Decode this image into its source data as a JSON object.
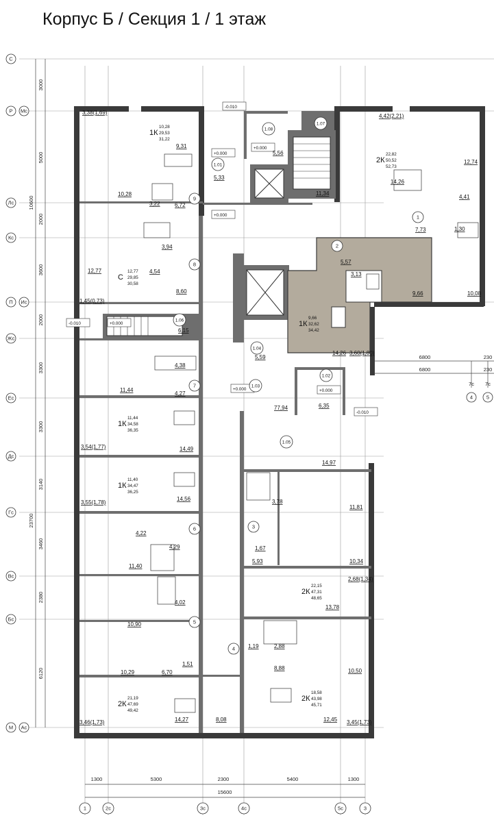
{
  "title": "Корпус Б / Секция 1 / 1 этаж",
  "left_axes": [
    {
      "a": "С",
      "b": ""
    },
    {
      "a": "Р",
      "b": "Мс"
    },
    {
      "a": "Лс",
      "b": ""
    },
    {
      "a": "Кс",
      "b": ""
    },
    {
      "a": "П",
      "b": "Ис"
    },
    {
      "a": "Жс",
      "b": ""
    },
    {
      "a": "Ес",
      "b": ""
    },
    {
      "a": "Дс",
      "b": ""
    },
    {
      "a": "Гс",
      "b": ""
    },
    {
      "a": "Вс",
      "b": ""
    },
    {
      "a": "Бс",
      "b": ""
    },
    {
      "a": "М",
      "b": "Ас"
    }
  ],
  "left_dims": [
    "3000",
    "5000",
    "10600",
    "2000",
    "3600",
    "2000",
    "3300",
    "3300",
    "3140",
    "23700",
    "3460",
    "2380",
    "6120"
  ],
  "bottom_dims": [
    "1300",
    "5300",
    "2300",
    "5400",
    "1300",
    "15600"
  ],
  "bottom_axes": [
    "1",
    "2с",
    "3с",
    "4с",
    "5с",
    "3"
  ],
  "right_dims": [
    "6800",
    "6800",
    "230",
    "230"
  ],
  "right_axes": [
    "7с",
    "7с",
    "4",
    "5"
  ],
  "levels": [
    "-0.010",
    "+0.000",
    "+0.000",
    "+0.000",
    "-0.010",
    "+0.000",
    "+0.000",
    "+0.000",
    "-0.010"
  ],
  "apartments": [
    {
      "type": "1К",
      "a": "10,28",
      "b": "29,53",
      "c": "31,22"
    },
    {
      "type": "2К",
      "a": "22,82",
      "b": "50,52",
      "c": "52,73"
    },
    {
      "type": "С",
      "a": "12,77",
      "b": "29,85",
      "c": "30,58"
    },
    {
      "type": "1К",
      "a": "9,66",
      "b": "32,62",
      "c": "34,42"
    },
    {
      "type": "1К",
      "a": "11,44",
      "b": "34,58",
      "c": "36,35"
    },
    {
      "type": "1К",
      "a": "11,40",
      "b": "34,47",
      "c": "36,25"
    },
    {
      "type": "2К",
      "a": "22,15",
      "b": "47,31",
      "c": "48,65"
    },
    {
      "type": "2К",
      "a": "21,19",
      "b": "47,69",
      "c": "49,42"
    },
    {
      "type": "2К",
      "a": "18,58",
      "b": "43,98",
      "c": "45,71"
    }
  ],
  "room_areas": [
    "3,38(1,69)",
    "9,31",
    "10,28",
    "3,22",
    "6,72",
    "5,33",
    "5,56",
    "11,34",
    "4,42(2,21)",
    "14,26",
    "12,74",
    "4,41",
    "7,73",
    "1,30",
    "3,94",
    "4,54",
    "12,77",
    "8,60",
    "1,45(0,73)",
    "6,15",
    "5,57",
    "3,13",
    "9,66",
    "10,08",
    "14,26",
    "3,60(1,80)",
    "5,59",
    "4,38",
    "11,44",
    "4,27",
    "6,35",
    "77,94",
    "3,54(1,77)",
    "14,49",
    "14,97",
    "3,78",
    "11,81",
    "3,55(1,78)",
    "14,56",
    "4,22",
    "4,29",
    "11,40",
    "1,67",
    "5,93",
    "10,34",
    "2,68(1,34)",
    "13,78",
    "4,02",
    "10,90",
    "1,19",
    "2,88",
    "8,88",
    "10,50",
    "10,29",
    "6,70",
    "1,51",
    "14,27",
    "8,08",
    "12,45",
    "3,46(1,73)",
    "3,45(1,73)"
  ],
  "room_numbers": [
    "1",
    "2",
    "3",
    "4",
    "5",
    "6",
    "7",
    "8",
    "9"
  ],
  "zone_codes": [
    "1.01",
    "1.08",
    "1.07",
    "1.06",
    "1.04",
    "1.03",
    "1.02",
    "1.05"
  ]
}
